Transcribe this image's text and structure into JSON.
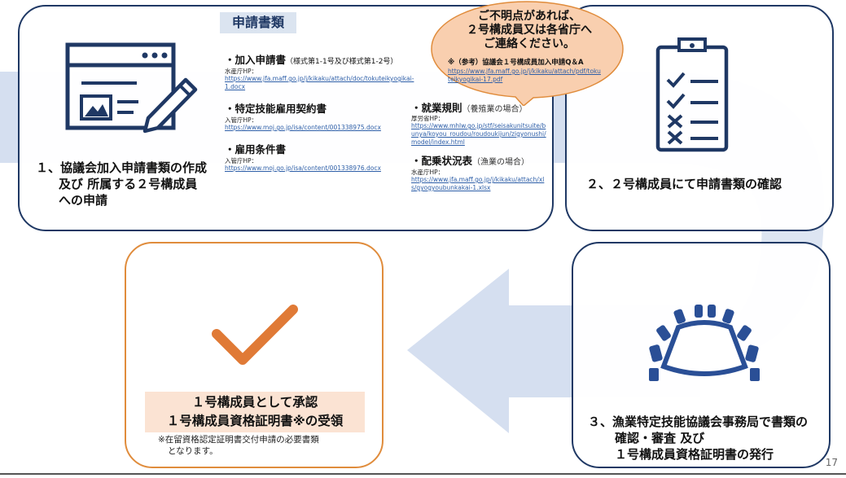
{
  "docs_title": "申請書類",
  "documents": [
    {
      "name": "・加入申請書",
      "note": "（様式第1-1号及び様式第1-2号）",
      "source": "水産庁HP：",
      "url": "https://www.jfa.maff.go.jp/j/kikaku/attach/doc/tokuteikyogikai-1.docx"
    },
    {
      "name": "・特定技能雇用契約書",
      "note": "",
      "source": "入管庁HP：",
      "url": "https://www.moj.go.jp/isa/content/001338975.docx"
    },
    {
      "name": "・雇用条件書",
      "note": "",
      "source": "入管庁HP：",
      "url": "https://www.moj.go.jp/isa/content/001338976.docx"
    },
    {
      "name": "・就業規則",
      "note": "（養殖業の場合）",
      "source": "厚労省HP：",
      "url": "https://www.mhlw.go.jp/stf/seisakunitsuite/bunya/koyou_roudou/roudoukijun/zigyonushi/model/index.html"
    },
    {
      "name": "・配乗状況表",
      "note": "（漁業の場合）",
      "source": "水産庁HP：",
      "url": "https://www.jfa.maff.go.jp/j/kikaku/attach/xls/gyogyoubunkakai-1.xlsx"
    }
  ],
  "bubble": {
    "line1": "ご不明点があれば、",
    "line2": "２号構成員又は各省庁へ",
    "line3": "ご連絡ください。",
    "ref": "※（参考）協議会１号構成員加入申請Q＆A",
    "url": "https://www.jfa.maff.go.jp/j/kikaku/attach/pdf/tokuteikyogikai-17.pdf"
  },
  "steps": {
    "step1_line1": "１、協議会加入申請書類の作成",
    "step1_line2": "及び 所属する２号構成員",
    "step1_line3": "への申請",
    "step2": "２、２号構成員にて申請書類の確認",
    "step3_line1": "３、漁業特定技能協議会事務局で書類の",
    "step3_line2": "確認・審査 及び",
    "step3_line3": "１号構成員資格証明書の発行"
  },
  "final": {
    "line1": "１号構成員として承認",
    "line2": "１号構成員資格証明書※の受領",
    "note_line1": "※在留資格認定証明書交付申請の必要書類",
    "note_line2": "となります。"
  },
  "page_number": "17",
  "icons": {
    "step1": "web-document-edit-icon",
    "step2": "clipboard-checklist-icon",
    "step3": "conference-table-icon",
    "final": "checkmark-icon"
  },
  "colors": {
    "navy": "#1f3864",
    "orange": "#e08c3c",
    "arrow": "#d5dff0",
    "link": "#2e5fa8"
  }
}
